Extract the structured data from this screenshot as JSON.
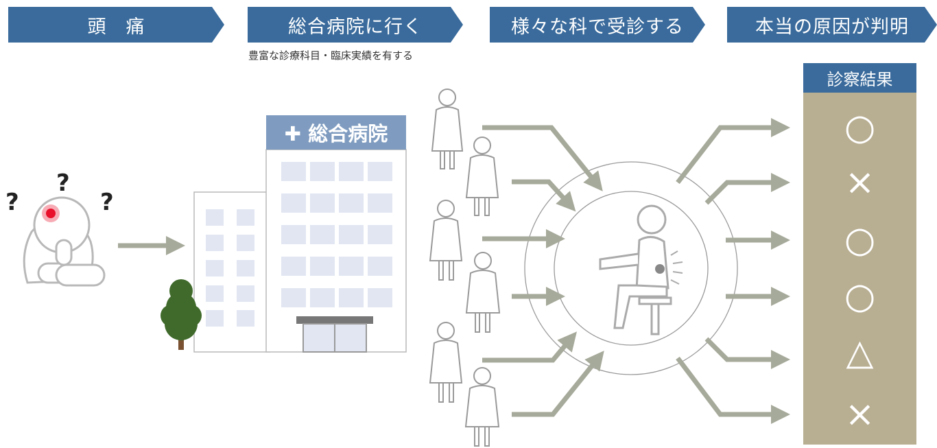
{
  "steps": [
    "頭　痛",
    "総合病院に行く",
    "様々な科で受診する",
    "本当の原因が判明"
  ],
  "hospital_note": "豊富な診療科目・臨床実績を有する",
  "hospital_sign": "✚ 総合病院",
  "headache_marks": [
    "?",
    "?",
    "?"
  ],
  "results": {
    "title": "診察結果",
    "marks": [
      "○",
      "×",
      "○",
      "○",
      "△",
      "×"
    ]
  },
  "colors": {
    "header_blue": "#3a6b9c",
    "sign_blue": "#7f9cc0",
    "window_blue": "#e1e6f2",
    "arrow_gray": "#a6aa9a",
    "result_bg": "#b8ae92",
    "tree_green": "#3f6a2b",
    "pain_red": "#e8102a"
  }
}
